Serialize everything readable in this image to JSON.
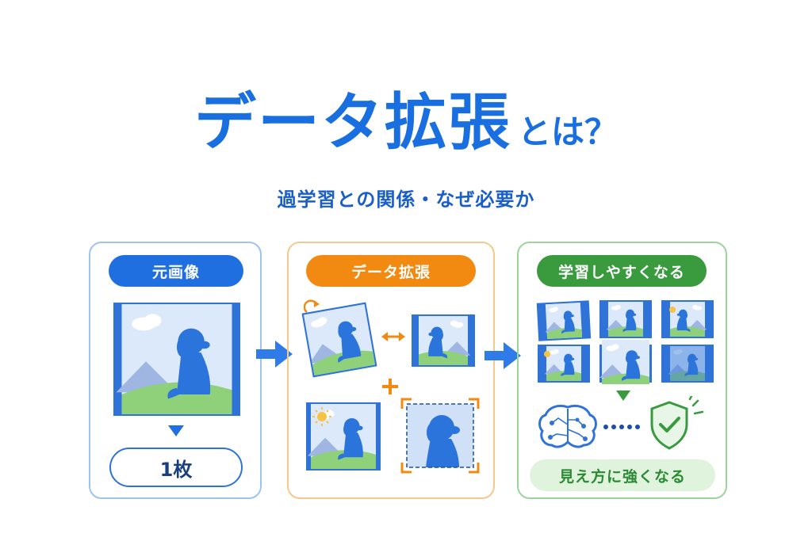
{
  "title": {
    "main": "データ拡張",
    "suffix": "とは？"
  },
  "subtitle": "過学習との関係・なぜ必要か",
  "panels": {
    "original": {
      "label": "元画像",
      "count": "1枚"
    },
    "augment": {
      "label": "データ拡張"
    },
    "learn": {
      "label": "学習しやすくなる",
      "result": "見え方に強くなる"
    }
  },
  "colors": {
    "blue": "#1a6fe0",
    "orange": "#f28a12",
    "green": "#3a9b3e",
    "sky": "#dbe9fb",
    "dog": "#2a74dc",
    "grass": "#8fd07a",
    "mountain": "#9fb6e2"
  }
}
